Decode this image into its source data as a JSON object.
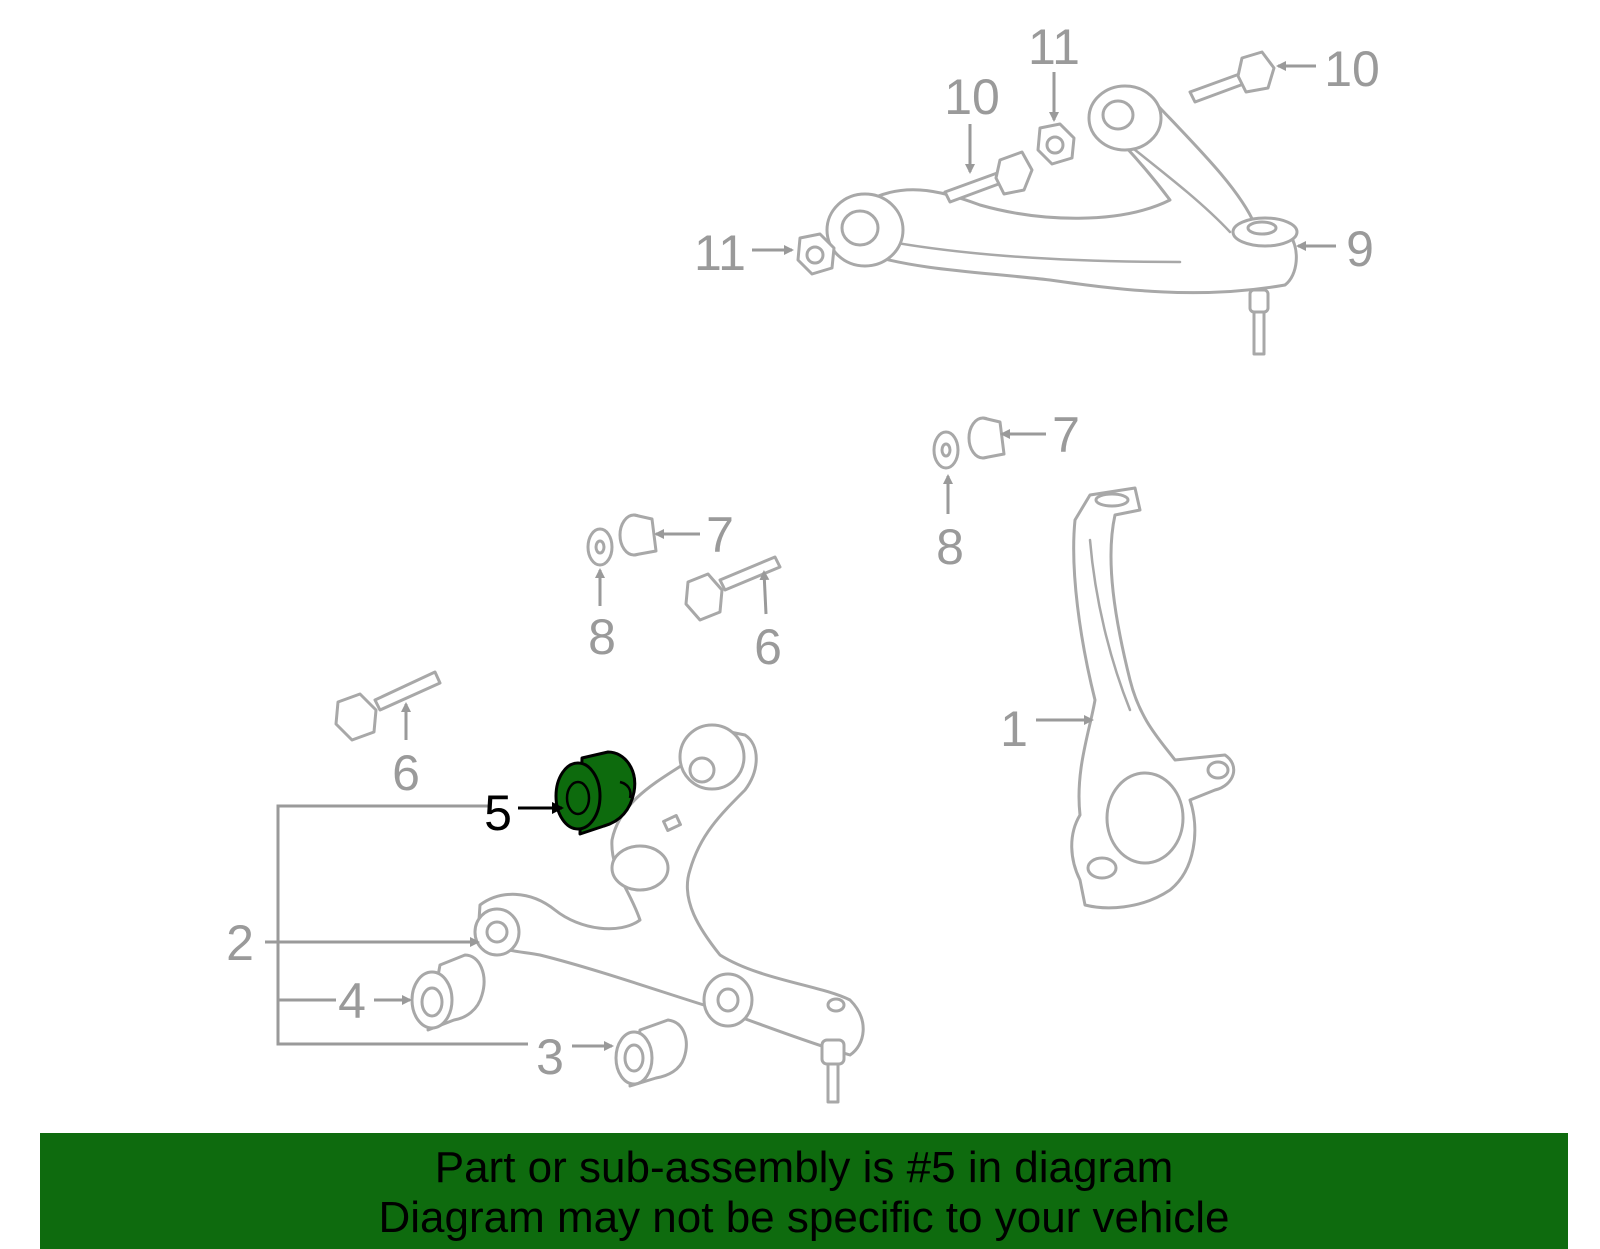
{
  "callouts": {
    "c1": "1",
    "c2": "2",
    "c3": "3",
    "c4": "4",
    "c5": "5",
    "c6a": "6",
    "c6b": "6",
    "c7a": "7",
    "c7b": "7",
    "c8a": "8",
    "c8b": "8",
    "c9": "9",
    "c10a": "10",
    "c10b": "10",
    "c11a": "11",
    "c11b": "11"
  },
  "highlight": {
    "part_number": "5",
    "color": "#0d6b0d"
  },
  "banner": {
    "line1": "Part or sub-assembly is #5 in diagram",
    "line2": "Diagram may not be specific to your vehicle",
    "background": "#0e6b0e"
  }
}
